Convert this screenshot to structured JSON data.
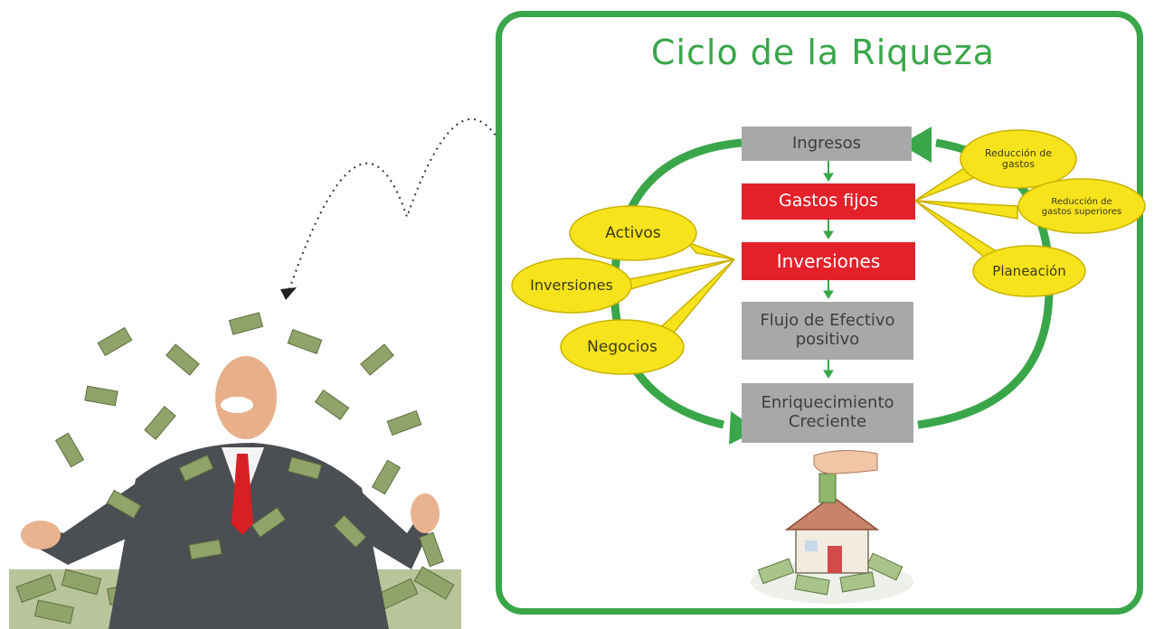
{
  "diagram": {
    "title": "Ciclo de la Riqueza",
    "steps": [
      {
        "id": "ingresos",
        "label": "Ingresos",
        "style": "gray"
      },
      {
        "id": "gastos",
        "label": "Gastos fijos",
        "style": "red"
      },
      {
        "id": "inversiones",
        "label": "Inversiones",
        "style": "red"
      },
      {
        "id": "flujo",
        "label_line1": "Flujo de Efectivo",
        "label_line2": "positivo",
        "style": "gray"
      },
      {
        "id": "enriquecimiento",
        "label_line1": "Enriquecimiento",
        "label_line2": "Creciente",
        "style": "gray"
      }
    ],
    "left_callouts": [
      "Activos",
      "Inversiones",
      "Negocios"
    ],
    "right_callouts": [
      {
        "line1": "Reducción de",
        "line2": "gastos"
      },
      {
        "line1": "Reducción de",
        "line2": "gastos superiores"
      },
      {
        "line1": "Planeación",
        "line2": ""
      }
    ]
  },
  "colors": {
    "cycle_green": "#3aa64a",
    "step_gray": "#a7a8aa",
    "step_red": "#e4212b",
    "callout_yellow": "#f7e31c",
    "arrow_green": "#3aa64a"
  },
  "illustrations": {
    "left": "businessman-with-flying-money",
    "bottom": "hand-dropping-money-into-house-piggy-bank"
  }
}
